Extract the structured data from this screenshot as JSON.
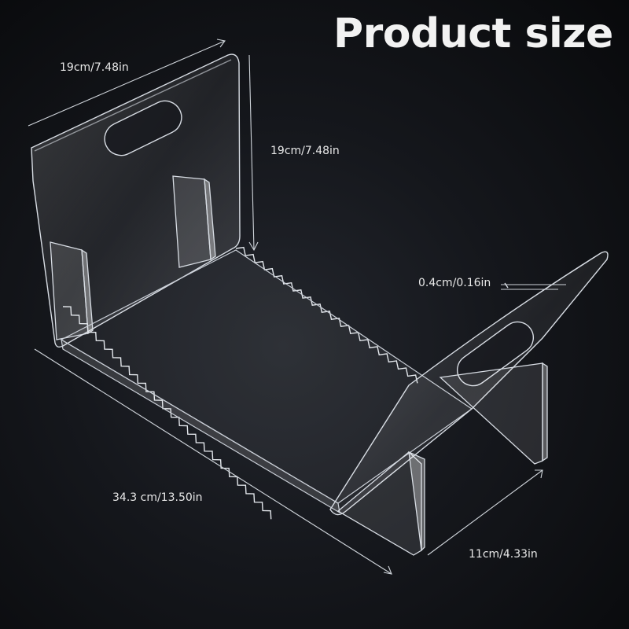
{
  "title": "Product size",
  "dimensions": {
    "back_width": "19cm/7.48in",
    "back_height": "19cm/7.48in",
    "thickness": "0.4cm/0.16in",
    "length": "34.3 cm/13.50in",
    "depth": "11cm/4.33in"
  },
  "colors": {
    "background": "#121418",
    "acrylic_edge": "#d8dde4",
    "dimension_line": "#cfd4da",
    "text": "#eeeeee"
  }
}
